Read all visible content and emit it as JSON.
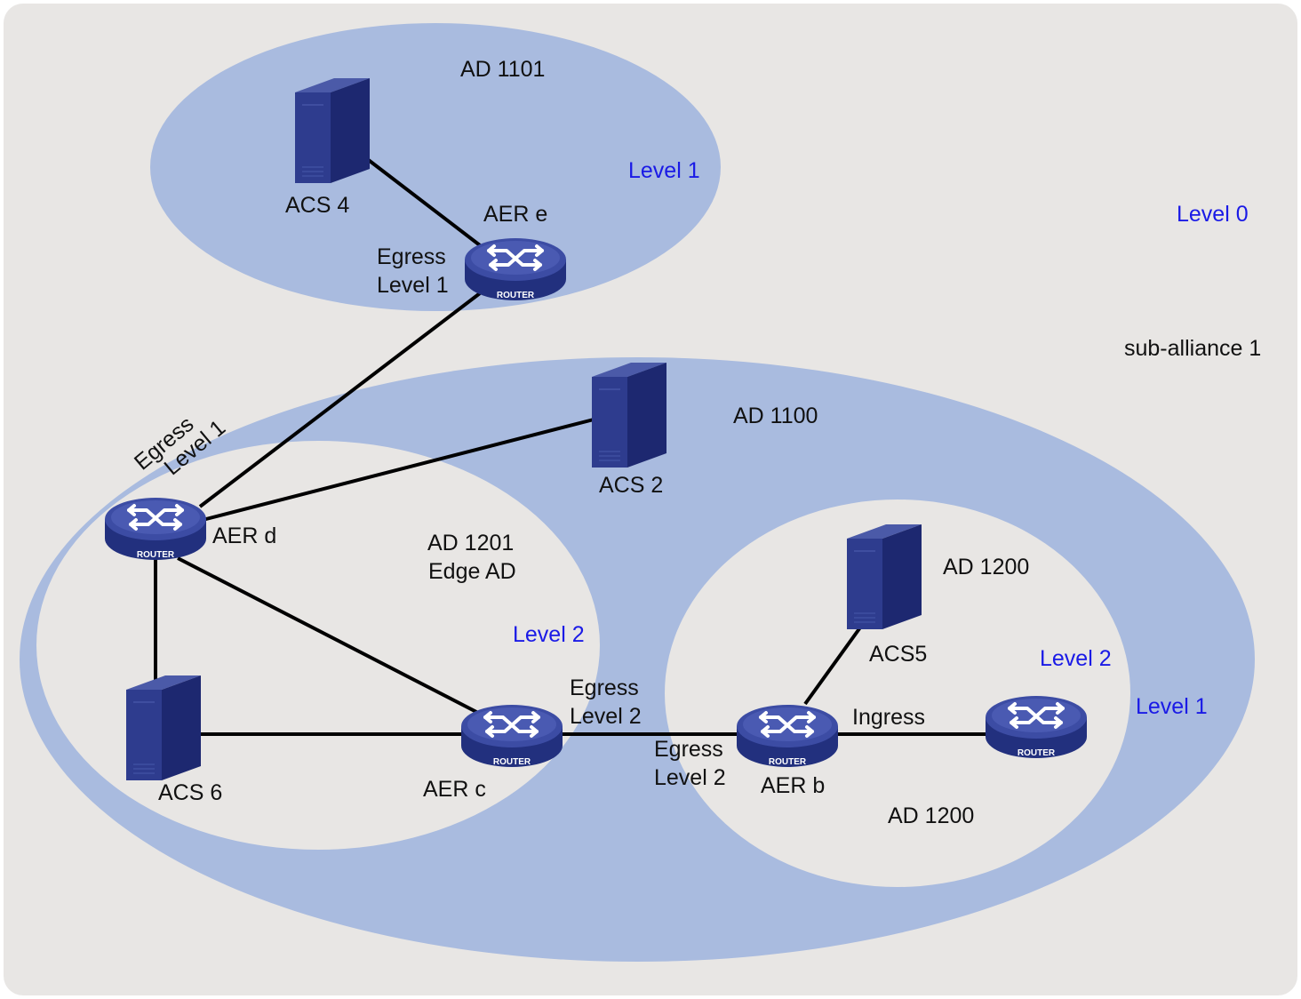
{
  "diagram": {
    "level0_label": "Level 0",
    "sub_alliance_label": "sub-alliance 1",
    "router_badge": "ROUTER",
    "colors": {
      "background": "#e8e6e4",
      "domain_fill": "#a9bbdf",
      "inner_domain_fill": "#e8e6e4",
      "device": "#2b3a8c",
      "level_text": "#1a1ae6"
    },
    "domains": {
      "ad1101": {
        "name": "AD 1101",
        "level": "Level 1"
      },
      "ad1100": {
        "name": "AD 1100",
        "level": "Level 1"
      },
      "ad1201": {
        "name": "AD 1201",
        "subtitle": "Edge AD",
        "level": "Level 2"
      },
      "ad1200": {
        "name": "AD 1200",
        "name_bottom": "AD 1200",
        "level": "Level 2"
      }
    },
    "devices": {
      "acs4": "ACS 4",
      "acs2": "ACS 2",
      "acs5": "ACS5",
      "acs6": "ACS 6",
      "aer_e": "AER e",
      "aer_d": "AER d",
      "aer_c": "AER c",
      "aer_b": "AER b"
    },
    "annotations": {
      "aer_e_egress": [
        "Egress",
        "Level 1"
      ],
      "aer_d_egress": [
        "Egress",
        "Level 1"
      ],
      "aer_c_egress": [
        "Egress",
        "Level 2"
      ],
      "aer_b_egress": [
        "Egress",
        "Level 2"
      ],
      "aer_b_ingress": "Ingress"
    }
  }
}
